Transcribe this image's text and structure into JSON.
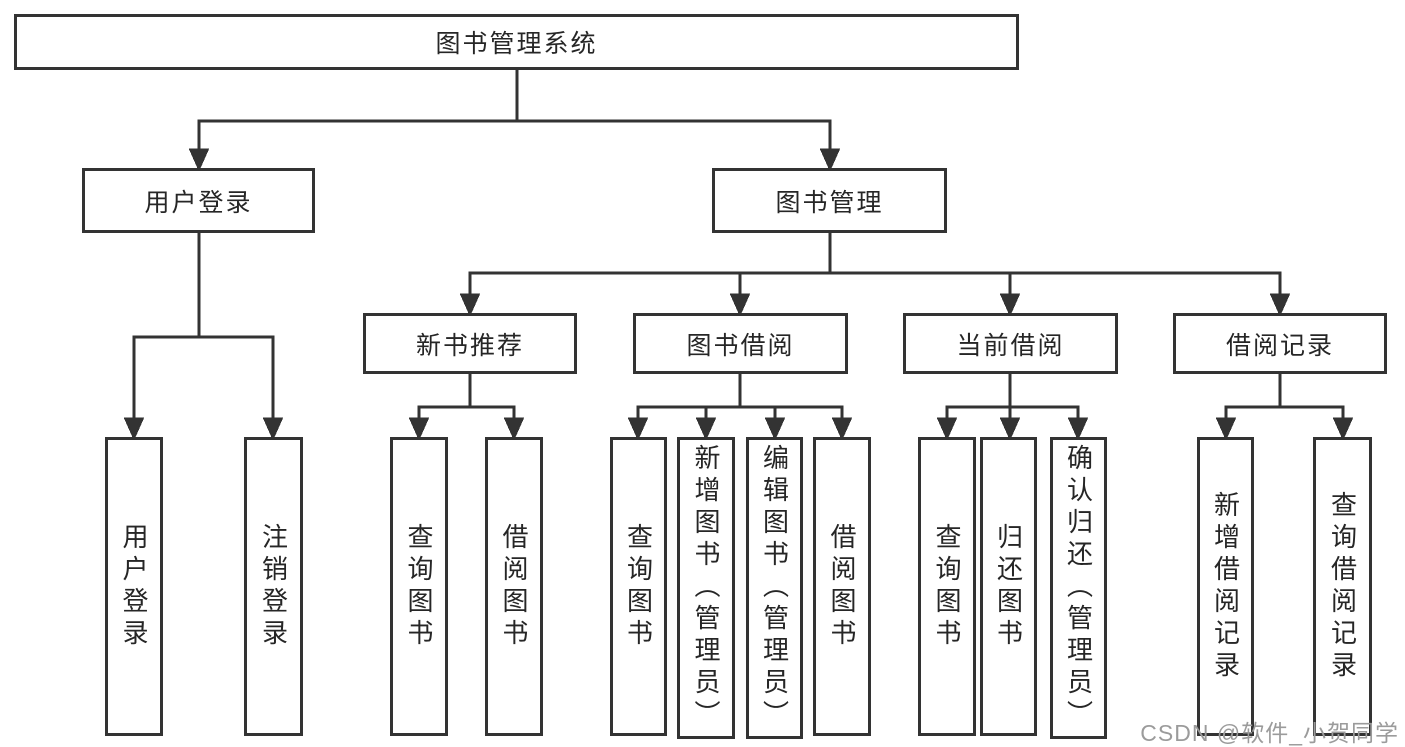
{
  "meta": {
    "colors": {
      "line": "#333333",
      "box_border": "#333333",
      "text": "#262626",
      "watermark": "#9b9b9b",
      "background": "#ffffff"
    }
  },
  "watermark": {
    "text": "CSDN @软件_小贺同学"
  },
  "diagram": {
    "root": {
      "label": "图书管理系统"
    },
    "branches": [
      {
        "label": "用户登录",
        "children": [
          {
            "label": "用户登录"
          },
          {
            "label": "注销登录"
          }
        ]
      },
      {
        "label": "图书管理",
        "children": [
          {
            "label": "新书推荐",
            "children": [
              {
                "label": "查询图书"
              },
              {
                "label": "借阅图书"
              }
            ]
          },
          {
            "label": "图书借阅",
            "children": [
              {
                "label": "查询图书"
              },
              {
                "label": "新增图书（管理员）"
              },
              {
                "label": "编辑图书（管理员）"
              },
              {
                "label": "借阅图书"
              }
            ]
          },
          {
            "label": "当前借阅",
            "children": [
              {
                "label": "查询图书"
              },
              {
                "label": "归还图书"
              },
              {
                "label": "确认归还（管理员）"
              }
            ]
          },
          {
            "label": "借阅记录",
            "children": [
              {
                "label": "新增借阅记录"
              },
              {
                "label": "查询借阅记录"
              }
            ]
          }
        ]
      }
    ]
  }
}
